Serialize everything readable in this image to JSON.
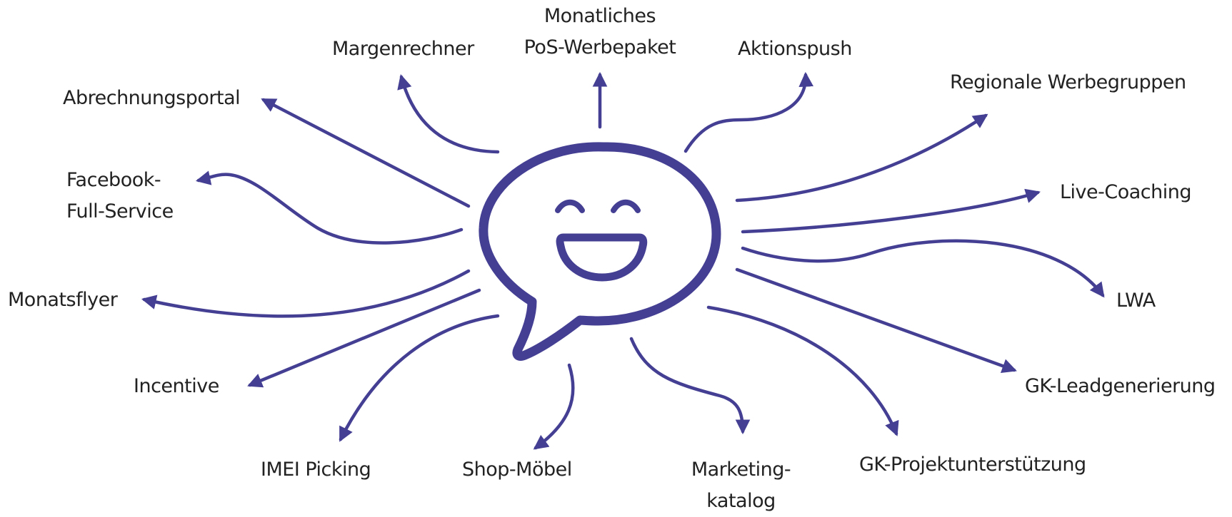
{
  "colors": {
    "accent": "#443f93",
    "text": "#222222"
  },
  "center": {
    "icon": "smiling-speech-bubble-icon"
  },
  "labels": {
    "margenrechner": "Margenrechner",
    "monatliches_1": "Monatliches",
    "monatliches_2": "PoS-Werbepaket",
    "aktionspush": "Aktionspush",
    "regionale": "Regionale Werbegruppen",
    "abrechnung": "Abrechnungsportal",
    "facebook_1": "Facebook-",
    "facebook_2": "Full-Service",
    "live_coaching": "Live-Coaching",
    "lwa": "LWA",
    "monatsflyer": "Monatsflyer",
    "incentive": "Incentive",
    "gk_lead": "GK-Leadgenerierung",
    "imei": "IMEI Picking",
    "shop_moebel": "Shop-Möbel",
    "marketing_1": "Marketing-",
    "marketing_2": "katalog",
    "gk_projekt": "GK-Projektunterstützung"
  }
}
